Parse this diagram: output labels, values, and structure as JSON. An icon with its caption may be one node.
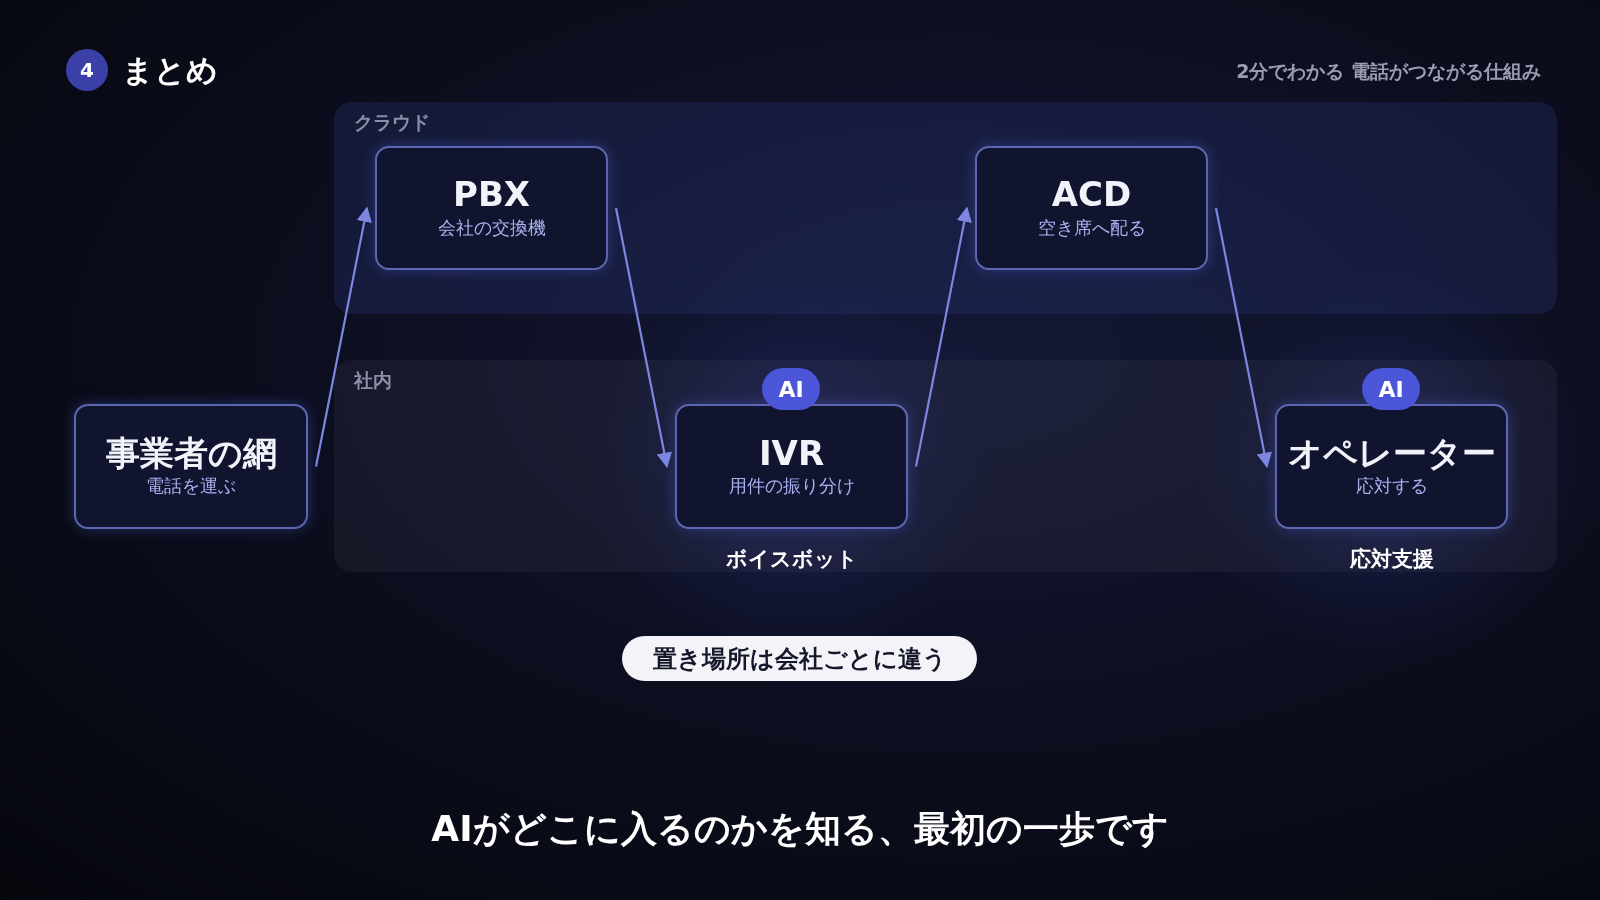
{
  "diagram": {
    "title": "まとめ",
    "caption": "AIがどこに入るのかを知る、最初の一歩です",
    "nodes": [
      {
        "text": [
          "クラウド"
        ]
      },
      {
        "text": [
          "PBX",
          "会社の交換機"
        ],
        "in": 0
      },
      {
        "text": [
          "ACD",
          "空き席へ配る"
        ],
        "in": 0
      },
      {
        "text": [
          "社内"
        ]
      },
      {
        "text": [
          "事業者の網",
          "電話を運ぶ"
        ]
      },
      {
        "text": [
          "IVR",
          "用件の振り分け"
        ],
        "in": 3,
        "beside": [
          "ボイスボット"
        ]
      },
      {
        "text": [
          "オペレーター",
          "応対する"
        ],
        "in": 3,
        "beside": [
          "応対支援"
        ]
      },
      {
        "text": [
          "置き場所は会社ごとに違う"
        ]
      }
    ],
    "edges": [
      {
        "from": 4,
        "to": 1,
        "arrow": "to"
      },
      {
        "from": 1,
        "to": 5,
        "arrow": "to"
      },
      {
        "from": 5,
        "to": 2,
        "arrow": "to"
      },
      {
        "from": 2,
        "to": 6,
        "arrow": "to"
      }
    ],
    "labels": [
      "4",
      "2分でわかる 電話がつながる仕組み",
      "AI",
      "AI"
    ]
  }
}
